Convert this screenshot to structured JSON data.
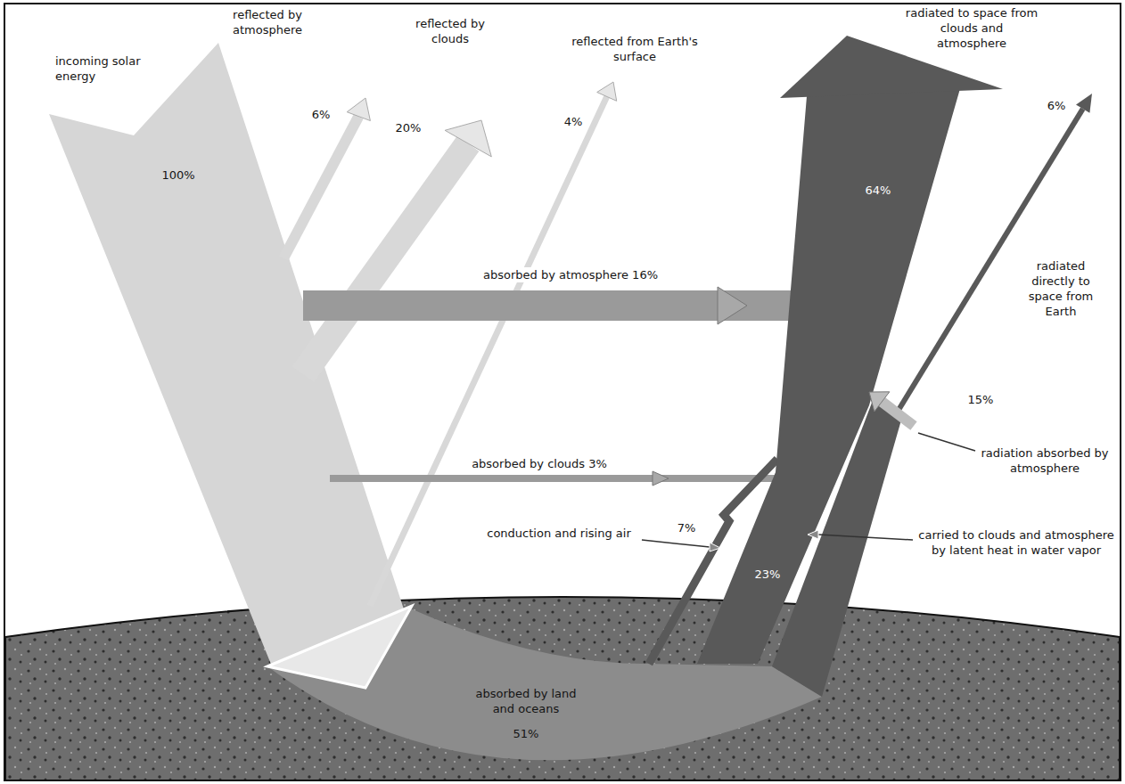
{
  "diagram": {
    "labels": [
      "incoming solar energy",
      "reflected by atmosphere",
      "6%",
      "reflected by clouds",
      "20%",
      "reflected from Earth's surface",
      "4%",
      "radiated to space from clouds and atmosphere",
      "6%",
      "100%",
      "64%",
      "absorbed by atmosphere 16%",
      "radiated directly to space from Earth",
      "15%",
      "radiation absorbed by atmosphere",
      "absorbed by clouds 3%",
      "7%",
      "conduction and rising air",
      "23%",
      "carried to clouds and atmosphere by latent heat in water vapor",
      "absorbed by land and oceans",
      "51%"
    ]
  }
}
